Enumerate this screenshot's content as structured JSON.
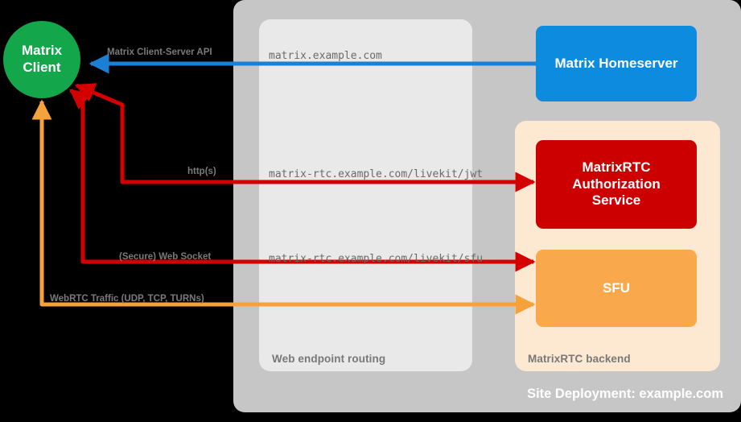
{
  "diagram": {
    "title": "Site Deployment: example.com",
    "background": "#000000"
  },
  "containers": [
    {
      "id": "site",
      "label": "Site Deployment: example.com",
      "color": "#c6c6c6"
    },
    {
      "id": "routing",
      "label": "Web endpoint routing",
      "color": "#e9e9e9"
    },
    {
      "id": "backend",
      "label": "MatrixRTC backend",
      "color": "#fde8d2"
    }
  ],
  "nodes": {
    "client": {
      "label_line1": "Matrix",
      "label_line2": "Client",
      "color": "#13a64b",
      "shape": "circle"
    },
    "homeserver": {
      "label": "Matrix Homeserver",
      "color": "#0d8bdf",
      "shape": "rounded-rect"
    },
    "auth": {
      "label_line1": "MatrixRTC",
      "label_line2": "Authorization",
      "label_line3": "Service",
      "color": "#cc0000",
      "shape": "rounded-rect"
    },
    "sfu": {
      "label": "SFU",
      "color": "#f9a94b",
      "shape": "rounded-rect"
    }
  },
  "edges": [
    {
      "id": "cs-api",
      "protocol_label": "Matrix Client-Server API",
      "route_label": "matrix.example.com",
      "color": "#1b7fd4",
      "from": "homeserver",
      "to": "client"
    },
    {
      "id": "jwt",
      "protocol_label": "http(s)",
      "route_label": "matrix-rtc.example.com/livekit/jwt",
      "color": "#d40000",
      "from": "client",
      "to": "auth"
    },
    {
      "id": "websocket",
      "protocol_label": "(Secure) Web Socket",
      "route_label": "matrix-rtc.example.com/livekit/sfu",
      "color": "#d40000",
      "from": "client",
      "to": "sfu"
    },
    {
      "id": "webrtc",
      "protocol_label": "WebRTC Traffic (UDP, TCP, TURNs)",
      "route_label": "",
      "color": "#f5a13c",
      "from": "client",
      "to": "sfu"
    }
  ],
  "colors": {
    "green": "#13a64b",
    "blue": "#0d8bdf",
    "red": "#cc0000",
    "orange": "#f9a94b",
    "arrow_red": "#d40000",
    "arrow_orange": "#f5a13c",
    "arrow_blue": "#1b7fd4",
    "panel_outer": "#c6c6c6",
    "panel_routing": "#e9e9e9",
    "panel_backend": "#fde8d2",
    "label_gray": "#7a7a7a"
  }
}
